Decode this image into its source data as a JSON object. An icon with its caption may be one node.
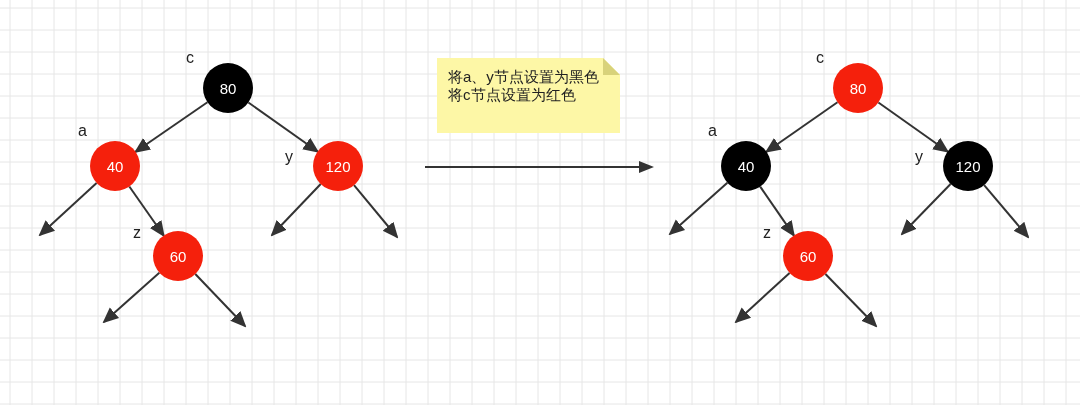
{
  "diagram": {
    "nodes": [
      {
        "text": [
          "80"
        ],
        "beside": [
          "c"
        ]
      },
      {
        "text": [
          "40"
        ],
        "beside": [
          "a"
        ]
      },
      {
        "text": [
          "120"
        ],
        "beside": [
          "y"
        ]
      },
      {
        "text": [
          "60"
        ],
        "beside": [
          "z"
        ]
      },
      {
        "text": [
          "将a、y节点设置为黑色",
          "将c节点设置为红色"
        ]
      },
      {
        "text": [
          "80"
        ],
        "beside": [
          "c"
        ]
      },
      {
        "text": [
          "40"
        ],
        "beside": [
          "a"
        ]
      },
      {
        "text": [
          "120"
        ],
        "beside": [
          "y"
        ]
      },
      {
        "text": [
          "60"
        ],
        "beside": [
          "z"
        ]
      }
    ],
    "edges": [
      {
        "from": 0,
        "to": 1,
        "arrow": "to"
      },
      {
        "from": 0,
        "to": 2,
        "arrow": "to"
      },
      {
        "from": 1,
        "to": null,
        "arrow": "to"
      },
      {
        "from": 1,
        "to": 3,
        "arrow": "to"
      },
      {
        "from": 2,
        "to": null,
        "arrow": "to"
      },
      {
        "from": 2,
        "to": null,
        "arrow": "to"
      },
      {
        "from": 3,
        "to": null,
        "arrow": "to"
      },
      {
        "from": 3,
        "to": null,
        "arrow": "to"
      },
      {
        "from": 5,
        "to": 6,
        "arrow": "to"
      },
      {
        "from": 5,
        "to": 7,
        "arrow": "to"
      },
      {
        "from": 6,
        "to": null,
        "arrow": "to"
      },
      {
        "from": 6,
        "to": 8,
        "arrow": "to"
      },
      {
        "from": 7,
        "to": null,
        "arrow": "to"
      },
      {
        "from": 7,
        "to": null,
        "arrow": "to"
      },
      {
        "from": 8,
        "to": null,
        "arrow": "to"
      },
      {
        "from": 8,
        "to": null,
        "arrow": "to"
      }
    ]
  }
}
